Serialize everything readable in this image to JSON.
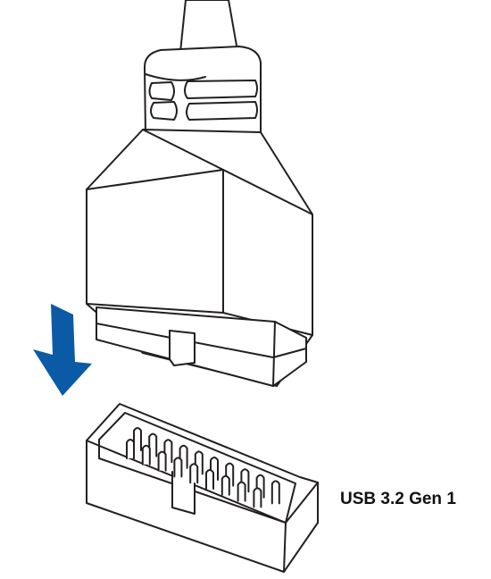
{
  "diagram": {
    "label": "USB 3.2 Gen 1",
    "arrow_color": "#0b5aa6",
    "line_color": "#231f20",
    "background": "#ffffff",
    "header_pin_count": 19,
    "icons": [
      "usb-cable-plug",
      "down-arrow",
      "pin-header-connector"
    ]
  }
}
